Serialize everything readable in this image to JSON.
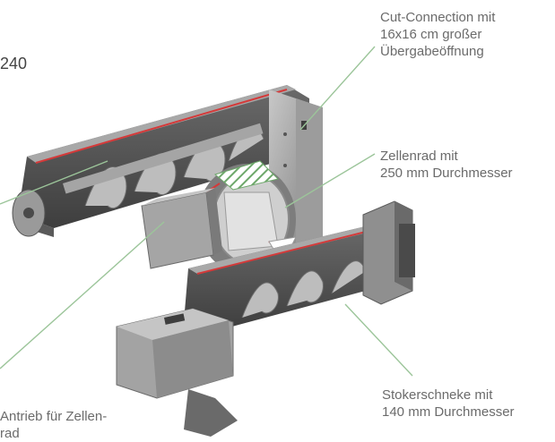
{
  "labels": {
    "number_fragment": "240",
    "cut_connection": "Cut-Connection mit\n16x16 cm großer\nÜbergabeöffnung",
    "zellenrad": "Zellenrad mit\n250 mm Durchmesser",
    "stokerschnecke": "Stokerschneke mit\n140 mm Durchmesser",
    "antrieb": "Antrieb für Zellen-\nrad"
  },
  "colors": {
    "callout_line": "#9cc59a",
    "label_text": "#6b6b6b",
    "machine_dark": "#4a4a4a",
    "machine_mid": "#8a8a8a",
    "machine_light": "#b9b9b9",
    "cut_red": "#d43a3a",
    "hatch_green": "#6ea86b"
  }
}
